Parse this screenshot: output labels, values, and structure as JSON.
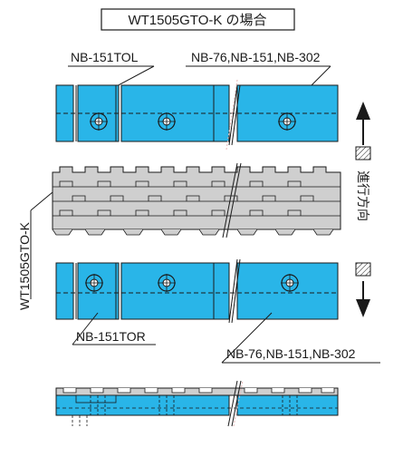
{
  "title": "WT1505GTO-K の場合",
  "labels": {
    "top_left_part": "NB-151TOL",
    "top_right_parts": "NB-76,NB-151,NB-302",
    "chain": "WT1505GTO-K",
    "direction": "進行方向",
    "bottom_left_part": "NB-151TOR",
    "bottom_right_parts": "NB-76,NB-151,NB-302"
  },
  "colors": {
    "guide_blue": "#29b5e8",
    "chain_gray": "#cfcfcf",
    "line": "#1a1a1a",
    "accent": "#e8b8b8"
  }
}
